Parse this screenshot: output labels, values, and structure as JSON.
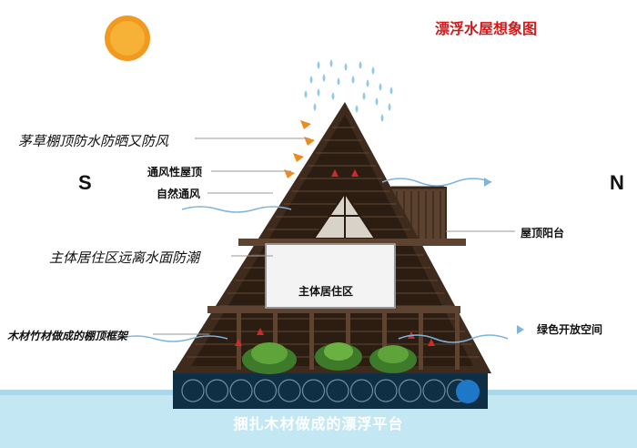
{
  "title": "漂浮水屋想象图",
  "directions": {
    "south": "S",
    "north": "N"
  },
  "labels": {
    "thatch_roof": "茅草棚顶防水防晒又防风",
    "ventilated_roof": "通风性屋顶",
    "natural_ventilation": "自然通风",
    "living_area_above_water": "主体居住区远离水面防潮",
    "frame": "木材竹材做成的棚顶框架",
    "roof_balcony": "屋顶阳台",
    "green_open_space": "绿色开放空间",
    "living_area": "主体居住区",
    "platform": "捆扎木材做成的漂浮平台"
  },
  "colors": {
    "title": "#d21a1a",
    "sun": "#f2a42a",
    "water": "#bfe6f2",
    "wood": "#4a3322",
    "float": "#123a52",
    "platform_text": "#ffffff"
  },
  "icons": [
    "sun-icon",
    "rain-drops-icon",
    "wind-arrow-icon"
  ]
}
